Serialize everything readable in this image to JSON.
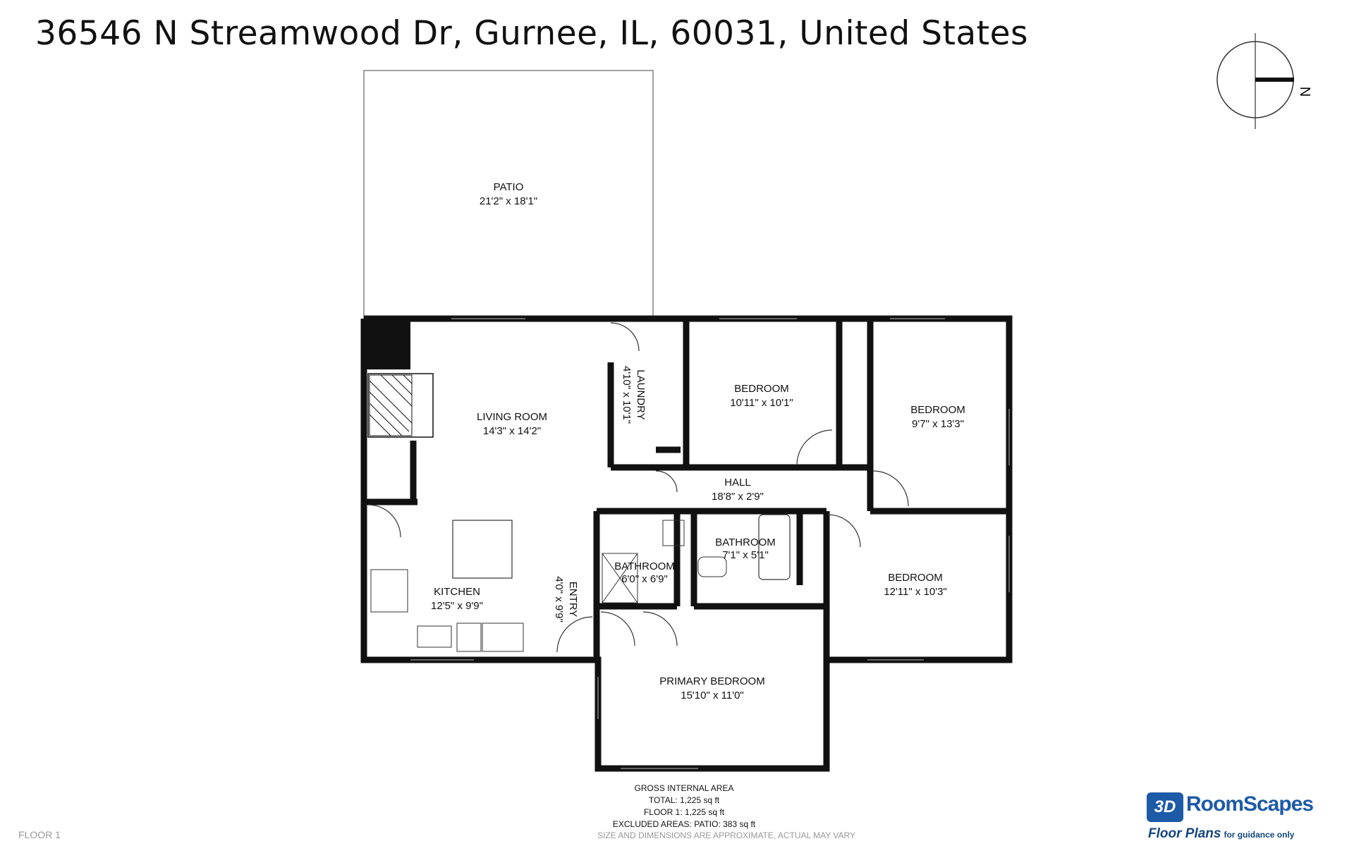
{
  "address": "36546 N Streamwood Dr, Gurnee, IL, 60031, United States",
  "compass": {
    "north_label": "N"
  },
  "rooms": [
    {
      "key": "patio",
      "name": "PATIO",
      "dims": "21'2\" x 18'1\""
    },
    {
      "key": "living",
      "name": "LIVING ROOM",
      "dims": "14'3\" x 14'2\""
    },
    {
      "key": "laundry",
      "name": "LAUNDRY",
      "dims": "4'10\" x 10'1\""
    },
    {
      "key": "bedroom1",
      "name": "BEDROOM",
      "dims": "10'11\" x 10'1\""
    },
    {
      "key": "bedroom2",
      "name": "BEDROOM",
      "dims": "9'7\" x 13'3\""
    },
    {
      "key": "hall",
      "name": "HALL",
      "dims": "18'8\" x 2'9\""
    },
    {
      "key": "bath1",
      "name": "BATHROOM",
      "dims": "7'1\" x 5'1\""
    },
    {
      "key": "bath2",
      "name": "BATHROOM",
      "dims": "6'0\" x 6'9\""
    },
    {
      "key": "entry",
      "name": "ENTRY",
      "dims": "4'0\" x 9'9\""
    },
    {
      "key": "kitchen",
      "name": "KITCHEN",
      "dims": "12'5\" x 9'9\""
    },
    {
      "key": "bedroom3",
      "name": "BEDROOM",
      "dims": "12'11\" x 10'3\""
    },
    {
      "key": "primary",
      "name": "PRIMARY BEDROOM",
      "dims": "15'10\" x 11'0\""
    }
  ],
  "area": {
    "title": "GROSS INTERNAL AREA",
    "total": "TOTAL: 1,225 sq ft",
    "floor1": "FLOOR 1: 1,225 sq ft",
    "excluded": "EXCLUDED AREAS: PATIO: 383 sq ft"
  },
  "floor_label": "FLOOR 1",
  "disclaimer": "SIZE AND DIMENSIONS ARE APPROXIMATE, ACTUAL MAY VARY",
  "logo": {
    "badge": "3D",
    "name": "RoomScapes",
    "sub": "Floor Plans",
    "sub_note": "for guidance only"
  },
  "colors": {
    "wall": "#111111",
    "text": "#111111",
    "brand": "#1d5aa8"
  }
}
